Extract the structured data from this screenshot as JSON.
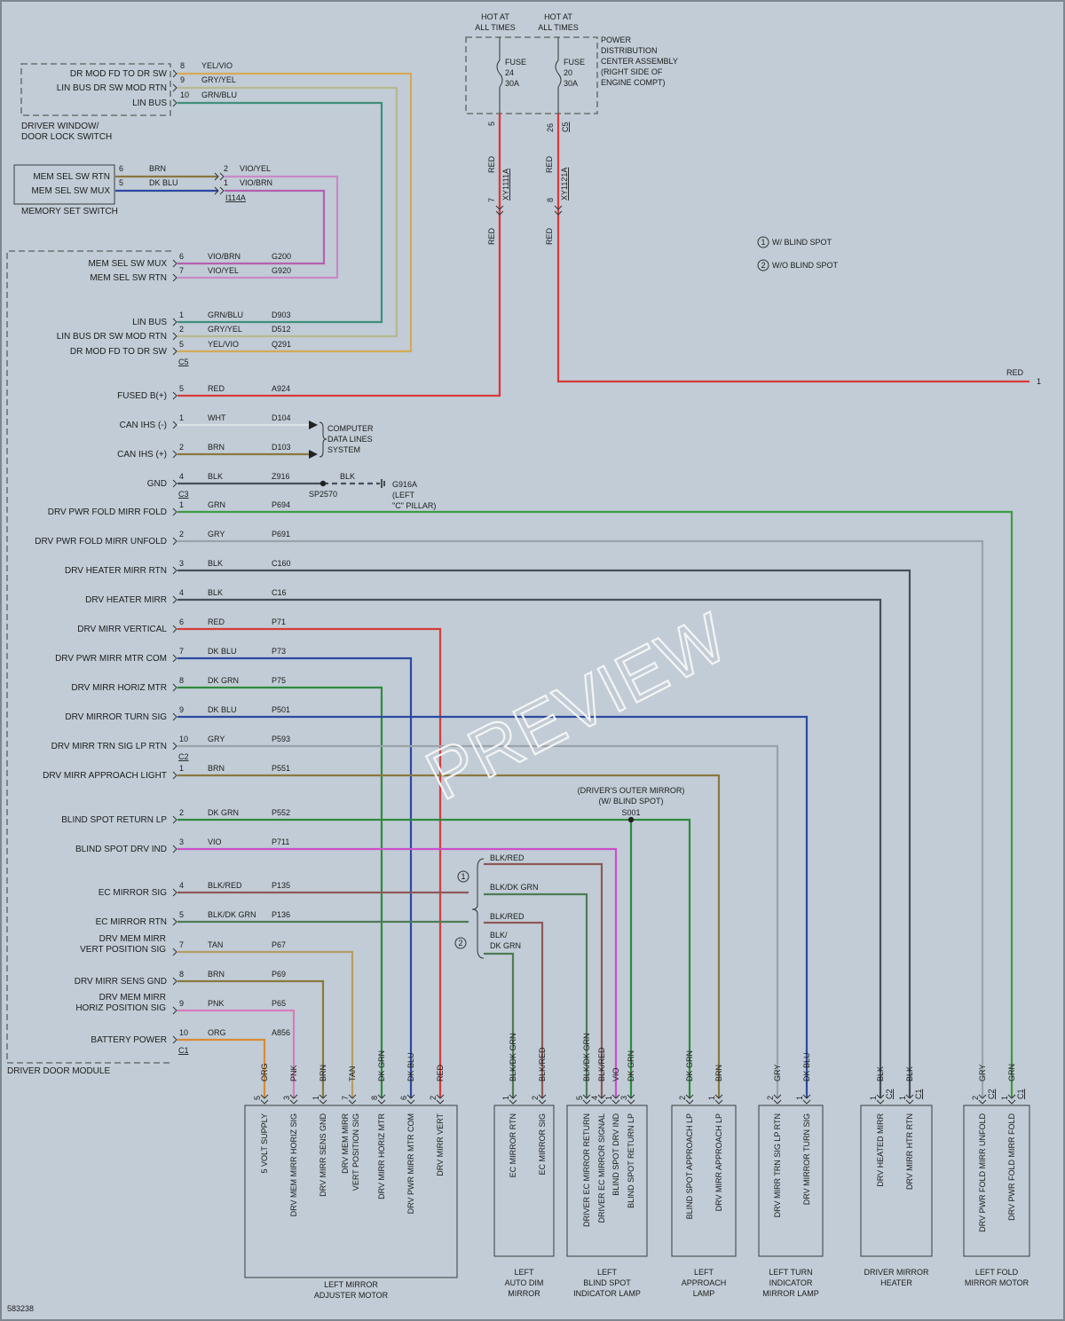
{
  "colors": {
    "RED": "#d83a3a",
    "GRN": "#3e9a43",
    "DK GRN": "#2f8a3e",
    "GRY": "#9aa3a9",
    "BLK": "#46505a",
    "DK BLU": "#2b49a2",
    "BRN": "#8b7740",
    "VIO": "#cc4ecc",
    "TAN": "#b59c64",
    "PNK": "#d77abf",
    "ORG": "#d98b34",
    "WHT": "#dbe1e5",
    "GRN/BLU": "#3f8f7c",
    "GRY/YEL": "#b7b98e",
    "YEL/VIO": "#d4aa58",
    "VIO/BRN": "#b55fae",
    "VIO/YEL": "#c88ac6",
    "BLK/RED": "#8e5858",
    "BLK/DK GRN": "#4e7a56"
  },
  "left_connectors": [
    {
      "pin": "6",
      "color": "VIO/BRN",
      "circuit": "G200",
      "label": "MEM SEL SW MUX"
    },
    {
      "pin": "7",
      "color": "VIO/YEL",
      "circuit": "G920",
      "label": "MEM SEL SW RTN"
    },
    {
      "pin": "1",
      "color": "GRN/BLU",
      "circuit": "D903",
      "label": "LIN BUS"
    },
    {
      "pin": "2",
      "color": "GRY/YEL",
      "circuit": "D512",
      "label": "LIN BUS DR SW MOD RTN"
    },
    {
      "pin": "5",
      "color": "YEL/VIO",
      "circuit": "Q291",
      "label": "DR MOD FD TO DR SW"
    },
    {
      "pin": "5",
      "color": "RED",
      "circuit": "A924",
      "label": "FUSED B(+)"
    },
    {
      "pin": "1",
      "color": "WHT",
      "circuit": "D104",
      "label": "CAN IHS (-)"
    },
    {
      "pin": "2",
      "color": "BRN",
      "circuit": "D103",
      "label": "CAN IHS (+)"
    },
    {
      "pin": "4",
      "color": "BLK",
      "circuit": "Z916",
      "label": "GND"
    },
    {
      "pin": "1",
      "color": "GRN",
      "circuit": "P694",
      "label": "DRV PWR FOLD MIRR FOLD"
    },
    {
      "pin": "2",
      "color": "GRY",
      "circuit": "P691",
      "label": "DRV PWR FOLD MIRR UNFOLD"
    },
    {
      "pin": "3",
      "color": "BLK",
      "circuit": "C160",
      "label": "DRV HEATER MIRR RTN"
    },
    {
      "pin": "4",
      "color": "BLK",
      "circuit": "C16",
      "label": "DRV HEATER MIRR"
    },
    {
      "pin": "6",
      "color": "RED",
      "circuit": "P71",
      "label": "DRV MIRR VERTICAL"
    },
    {
      "pin": "7",
      "color": "DK BLU",
      "circuit": "P73",
      "label": "DRV PWR MIRR MTR COM"
    },
    {
      "pin": "8",
      "color": "DK GRN",
      "circuit": "P75",
      "label": "DRV MIRR HORIZ MTR"
    },
    {
      "pin": "9",
      "color": "DK BLU",
      "circuit": "P501",
      "label": "DRV MIRROR TURN SIG"
    },
    {
      "pin": "10",
      "color": "GRY",
      "circuit": "P593",
      "label": "DRV MIRR TRN SIG LP RTN"
    },
    {
      "pin": "1",
      "color": "BRN",
      "circuit": "P551",
      "label": "DRV MIRR APPROACH LIGHT"
    },
    {
      "pin": "2",
      "color": "DK GRN",
      "circuit": "P552",
      "label": "BLIND SPOT RETURN LP"
    },
    {
      "pin": "3",
      "color": "VIO",
      "circuit": "P711",
      "label": "BLIND SPOT DRV IND"
    },
    {
      "pin": "4",
      "color": "BLK/RED",
      "circuit": "P135",
      "label": "EC MIRROR SIG"
    },
    {
      "pin": "5",
      "color": "BLK/DK GRN",
      "circuit": "P136",
      "label": "EC MIRROR RTN"
    },
    {
      "pin": "7",
      "color": "TAN",
      "circuit": "P67",
      "label": "DRV MEM MIRR VERT POSITION SIG"
    },
    {
      "pin": "8",
      "color": "BRN",
      "circuit": "P69",
      "label": "DRV MIRR SENS GND"
    },
    {
      "pin": "9",
      "color": "PNK",
      "circuit": "P65",
      "label": "DRV MEM MIRR HORIZ POSITION SIG"
    },
    {
      "pin": "10",
      "color": "ORG",
      "circuit": "A856",
      "label": "BATTERY POWER"
    }
  ],
  "connector_ids": [
    "C5",
    "C3",
    "C2",
    "C1",
    "C2",
    "C1"
  ],
  "dwdl": {
    "title": "DRIVER WINDOW/ DOOR LOCK SWITCH",
    "pins": [
      {
        "pin": "8",
        "color": "YEL/VIO",
        "label": "DR MOD FD TO DR SW"
      },
      {
        "pin": "9",
        "color": "GRY/YEL",
        "label": "LIN BUS DR SW MOD RTN"
      },
      {
        "pin": "10",
        "color": "GRN/BLU",
        "label": "LIN BUS"
      }
    ]
  },
  "mss": {
    "title": "MEMORY SET SWITCH",
    "pins": [
      {
        "pin": "6",
        "color": "BRN",
        "label": "MEM SEL SW RTN"
      },
      {
        "pin": "5",
        "color": "DK BLU",
        "label": "MEM SEL SW MUX"
      }
    ],
    "inline_pins": [
      {
        "pin": "2",
        "color": "VIO/YEL"
      },
      {
        "pin": "1",
        "color": "VIO/BRN"
      }
    ],
    "inline_id": "I114A"
  },
  "pdc": {
    "hot1": "HOT AT ALL TIMES",
    "hot2": "HOT AT ALL TIMES",
    "fuse1": [
      "FUSE",
      "24",
      "30A"
    ],
    "fuse2": [
      "FUSE",
      "20",
      "30A"
    ],
    "title": [
      "POWER",
      "DISTRIBUTION",
      "CENTER ASSEMBLY",
      "(RIGHT SIDE OF",
      "ENGINE COMPT)"
    ],
    "pin1": "5",
    "pin2": "26",
    "conn2": "C5",
    "inline1_pin": "7",
    "inline1_id": "XY1111A",
    "inline2_pin": "8",
    "inline2_id": "XY1121A",
    "wire_color": "RED"
  },
  "right_red": {
    "color": "RED",
    "pin": "1"
  },
  "can": [
    "COMPUTER",
    "DATA LINES",
    "SYSTEM"
  ],
  "ground": {
    "color": "BLK",
    "splice": "SP2570",
    "id": "G916A",
    "loc": [
      "(LEFT",
      "\"C\" PILLAR)"
    ]
  },
  "legend": [
    {
      "n": "1",
      "text": "W/ BLIND SPOT"
    },
    {
      "n": "2",
      "text": "W/O BLIND SPOT"
    }
  ],
  "module_title": "DRIVER DOOR MODULE",
  "s001": {
    "title": [
      "(DRIVER'S OUTER MIRROR)",
      "(W/ BLIND SPOT)"
    ],
    "id": "S001"
  },
  "ec_options": {
    "opt1": [
      {
        "color": "BLK/RED",
        "label": "BLK/RED"
      },
      {
        "color": "BLK/DK GRN",
        "label": "BLK/DK GRN"
      }
    ],
    "opt2": [
      {
        "color": "BLK/RED",
        "label": "BLK/RED"
      },
      {
        "color": "BLK/DK GRN",
        "label": [
          "BLK/",
          "DK GRN"
        ]
      }
    ]
  },
  "components": [
    {
      "name": [
        "LEFT MIRROR",
        "ADJUSTER MOTOR"
      ],
      "pins": [
        {
          "pin": "5",
          "color": "ORG",
          "label": "5 VOLT SUPPLY"
        },
        {
          "pin": "3",
          "color": "PNK",
          "label": "DRV MEM MIRR HORIZ SIG"
        },
        {
          "pin": "1",
          "color": "BRN",
          "label": "DRV MIRR SENS GND"
        },
        {
          "pin": "7",
          "color": "TAN",
          "label": "DRV MEM MIRR VERT POSITION SIG"
        },
        {
          "pin": "8",
          "color": "DK GRN",
          "label": "DRV MIRR HORIZ MTR"
        },
        {
          "pin": "6",
          "color": "DK BLU",
          "label": "DRV PWR MIRR MTR COM"
        },
        {
          "pin": "2",
          "color": "RED",
          "label": "DRV MIRR VERT"
        }
      ]
    },
    {
      "name": [
        "LEFT",
        "AUTO DIM",
        "MIRROR"
      ],
      "pins": [
        {
          "pin": "1",
          "color": "BLK/DK GRN",
          "label": "EC MIRROR RTN"
        },
        {
          "pin": "2",
          "color": "BLK/RED",
          "label": "EC MIRROR SIG"
        }
      ]
    },
    {
      "name": [
        "LEFT",
        "BLIND SPOT",
        "INDICATOR LAMP"
      ],
      "pins": [
        {
          "pin": "5",
          "color": "BLK/DK GRN",
          "label": "DRIVER EC MIRROR RETURN"
        },
        {
          "pin": "4",
          "color": "BLK/RED",
          "label": "DRIVER EC MIRROR SIGNAL"
        },
        {
          "pin": "1",
          "color": "VIO",
          "label": "BLIND SPOT DRV IND"
        },
        {
          "pin": "3",
          "color": "DK GRN",
          "label": "BLIND SPOT RETURN LP"
        }
      ]
    },
    {
      "name": [
        "LEFT",
        "APPROACH",
        "LAMP"
      ],
      "pins": [
        {
          "pin": "2",
          "color": "DK GRN",
          "label": "BLIND SPOT APPROACH LP"
        },
        {
          "pin": "1",
          "color": "BRN",
          "label": "DRV MIRR APPROACH LP"
        }
      ]
    },
    {
      "name": [
        "LEFT TURN",
        "INDICATOR",
        "MIRROR LAMP"
      ],
      "pins": [
        {
          "pin": "2",
          "color": "GRY",
          "label": "DRV MIRR TRN SIG LP RTN"
        },
        {
          "pin": "1",
          "color": "DK BLU",
          "label": "DRV MIRROR TURN SIG"
        }
      ]
    },
    {
      "name": [
        "DRIVER MIRROR",
        "HEATER"
      ],
      "pins": [
        {
          "pin": "1",
          "color": "BLK",
          "label": "DRV HEATED MIRR"
        },
        {
          "pin": "1",
          "color": "BLK",
          "label": "DRV MIRR HTR RTN"
        }
      ]
    },
    {
      "name": [
        "LEFT FOLD",
        "MIRROR MOTOR"
      ],
      "pins": [
        {
          "pin": "2",
          "color": "GRY",
          "label": "DRV PWR FOLD MIRR UNFOLD"
        },
        {
          "pin": "1",
          "color": "GRN",
          "label": "DRV PWR FOLD MIRR FOLD"
        }
      ]
    }
  ],
  "comp_conns": [
    "C2",
    "C1"
  ],
  "watermark": "PREVIEW",
  "footer_id": "583238"
}
